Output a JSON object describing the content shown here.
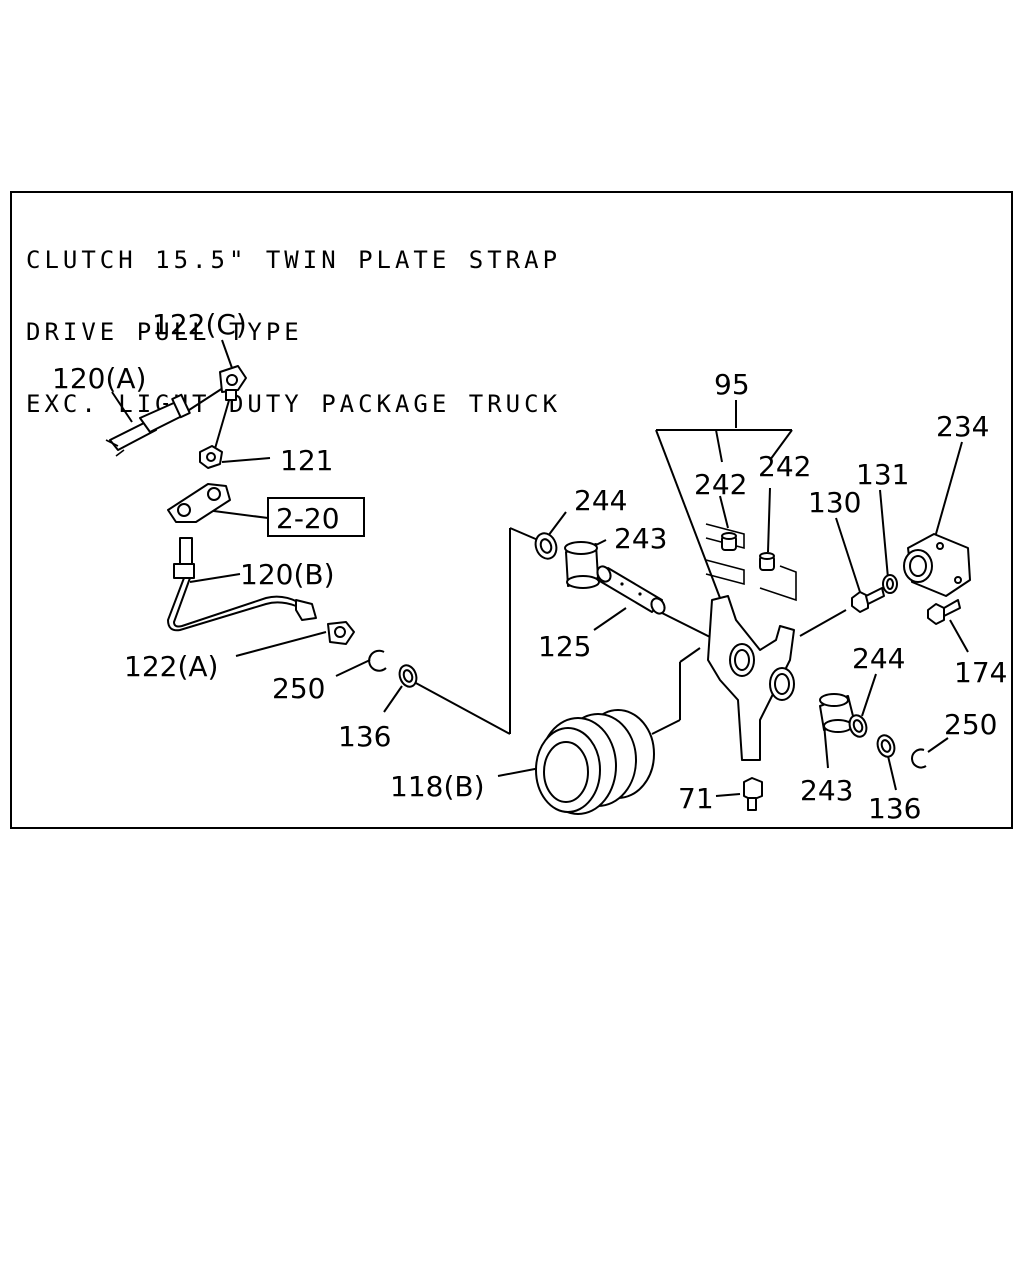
{
  "diagram": {
    "title_lines": [
      "CLUTCH 15.5\" TWIN PLATE STRAP",
      "DRIVE PULL TYPE",
      "EXC. LIGHT DUTY PACKAGE TRUCK"
    ],
    "labels": {
      "p122c": "122(C)",
      "p120a": "120(A)",
      "p121": "121",
      "p220": "2-20",
      "p120b": "120(B)",
      "p122a": "122(A)",
      "p250_left": "250",
      "p136_left": "136",
      "p118b": "118(B)",
      "p244_top": "244",
      "p243_top": "243",
      "p125": "125",
      "p95": "95",
      "p242_a": "242",
      "p242_b": "242",
      "p130": "130",
      "p131": "131",
      "p234": "234",
      "p174": "174",
      "p244_right": "244",
      "p250_right": "250",
      "p243_bottom": "243",
      "p136_right": "136",
      "p71": "71"
    }
  }
}
